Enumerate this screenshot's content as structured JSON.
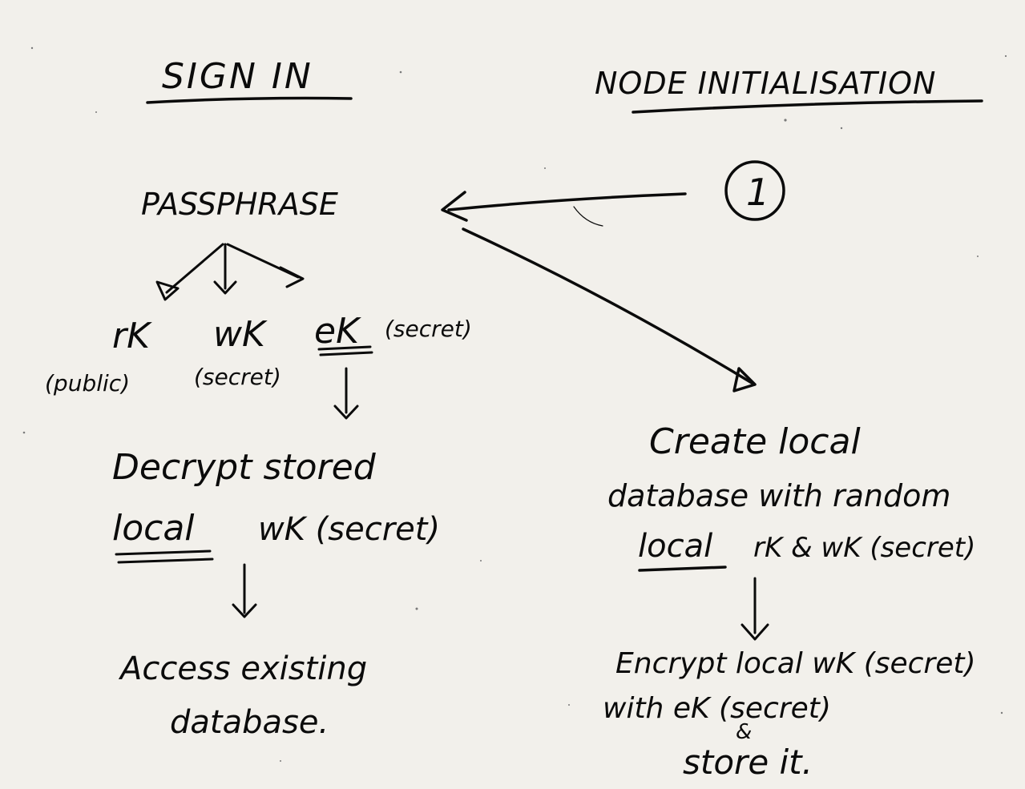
{
  "headings": {
    "sign_in": "SIGN IN",
    "node_init": "NODE INITIALISATION"
  },
  "sign_in": {
    "passphrase": "PASSPHRASE",
    "keys": {
      "rk": "rK",
      "rk_note": "(public)",
      "wk": "wK",
      "wk_note": "(secret)",
      "ek": "eK",
      "ek_note": "(secret)"
    },
    "decrypt": {
      "line1": "Decrypt stored",
      "line2_underlined": "local",
      "line2_rest": "wK (secret)"
    },
    "access": {
      "line1": "Access existing",
      "line2": "database."
    }
  },
  "node_init": {
    "step_marker": "1",
    "create": {
      "line1": "Create local",
      "line2": "database with random",
      "line3_underlined": "local",
      "line3_rest": "rK & wK (secret)"
    },
    "encrypt": {
      "line1": "Encrypt local wK (secret)",
      "line2": "with eK (secret)",
      "ampersand": "&",
      "line3": "store it."
    }
  },
  "colors": {
    "ink": "#0b0b0b",
    "paper": "#f2f0eb"
  }
}
